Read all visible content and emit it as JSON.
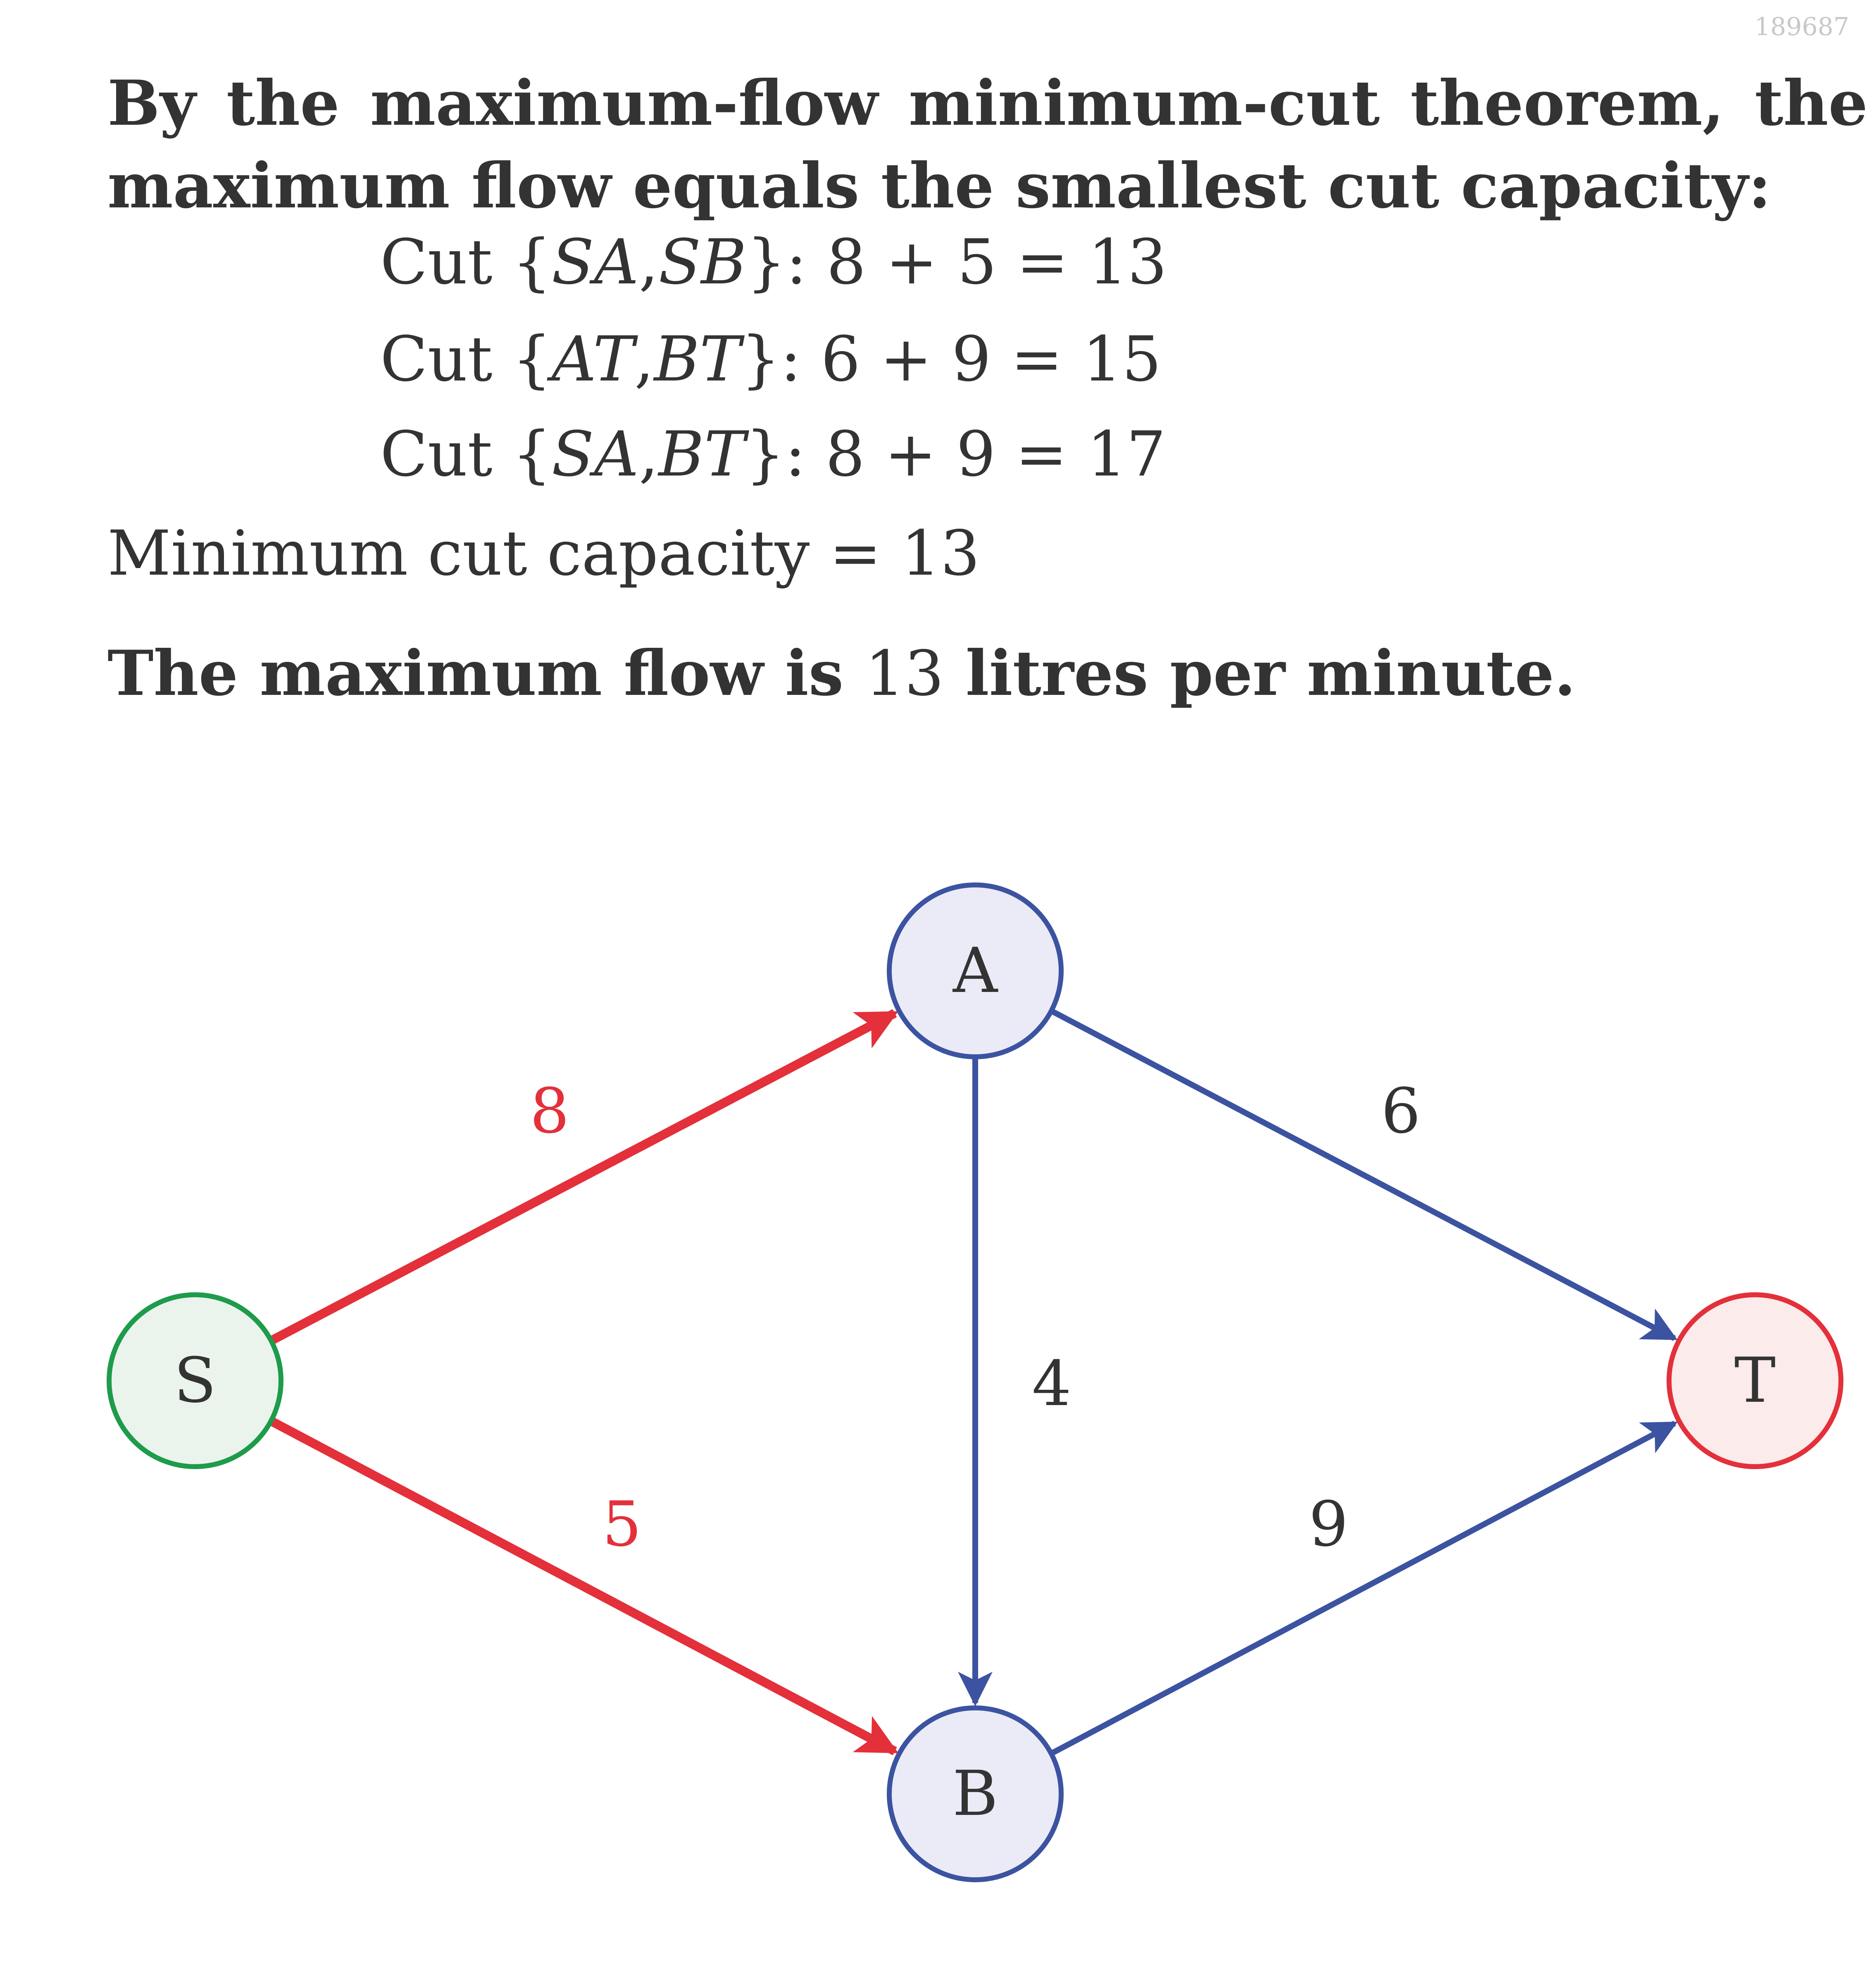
{
  "doc_id": "189687",
  "heading": "By the maximum-flow minimum-cut theorem, the maximum flow equals the smallest cut capacity:",
  "cuts": [
    {
      "word": "Cut",
      "open": "{",
      "e1": "SA",
      "e2": "SB",
      "close": "}",
      "expr": ": 8 + 5 = 13"
    },
    {
      "word": "Cut",
      "open": "{",
      "e1": "AT",
      "e2": "BT",
      "close": "}",
      "expr": ": 6 + 9 = 15"
    },
    {
      "word": "Cut",
      "open": "{",
      "e1": "SA",
      "e2": "BT",
      "close": "}",
      "expr": ": 8 + 9 = 17"
    }
  ],
  "minimum_line": "Minimum cut capacity = 13",
  "conclusion": {
    "before": "The maximum flow is ",
    "value": "13",
    "after": " litres per minute."
  },
  "graph": {
    "nodes": [
      {
        "id": "S",
        "label": "S",
        "stroke": "#1e9b4b",
        "fill": "#ebf4ec"
      },
      {
        "id": "A",
        "label": "A",
        "stroke": "#3b53a0",
        "fill": "#ebebf7"
      },
      {
        "id": "B",
        "label": "B",
        "stroke": "#3b53a0",
        "fill": "#ebebf7"
      },
      {
        "id": "T",
        "label": "T",
        "stroke": "#e3303a",
        "fill": "#fbebeb"
      }
    ],
    "edges": [
      {
        "from": "S",
        "to": "A",
        "capacity": "8",
        "color": "#e3303a",
        "in_cut": true
      },
      {
        "from": "S",
        "to": "B",
        "capacity": "5",
        "color": "#e3303a",
        "in_cut": true
      },
      {
        "from": "A",
        "to": "B",
        "capacity": "4",
        "color": "#3b53a0",
        "in_cut": false
      },
      {
        "from": "A",
        "to": "T",
        "capacity": "6",
        "color": "#3b53a0",
        "in_cut": false
      },
      {
        "from": "B",
        "to": "T",
        "capacity": "9",
        "color": "#3b53a0",
        "in_cut": false
      }
    ],
    "label_colors": {
      "cut": "#e3303a",
      "normal": "#333333"
    }
  }
}
